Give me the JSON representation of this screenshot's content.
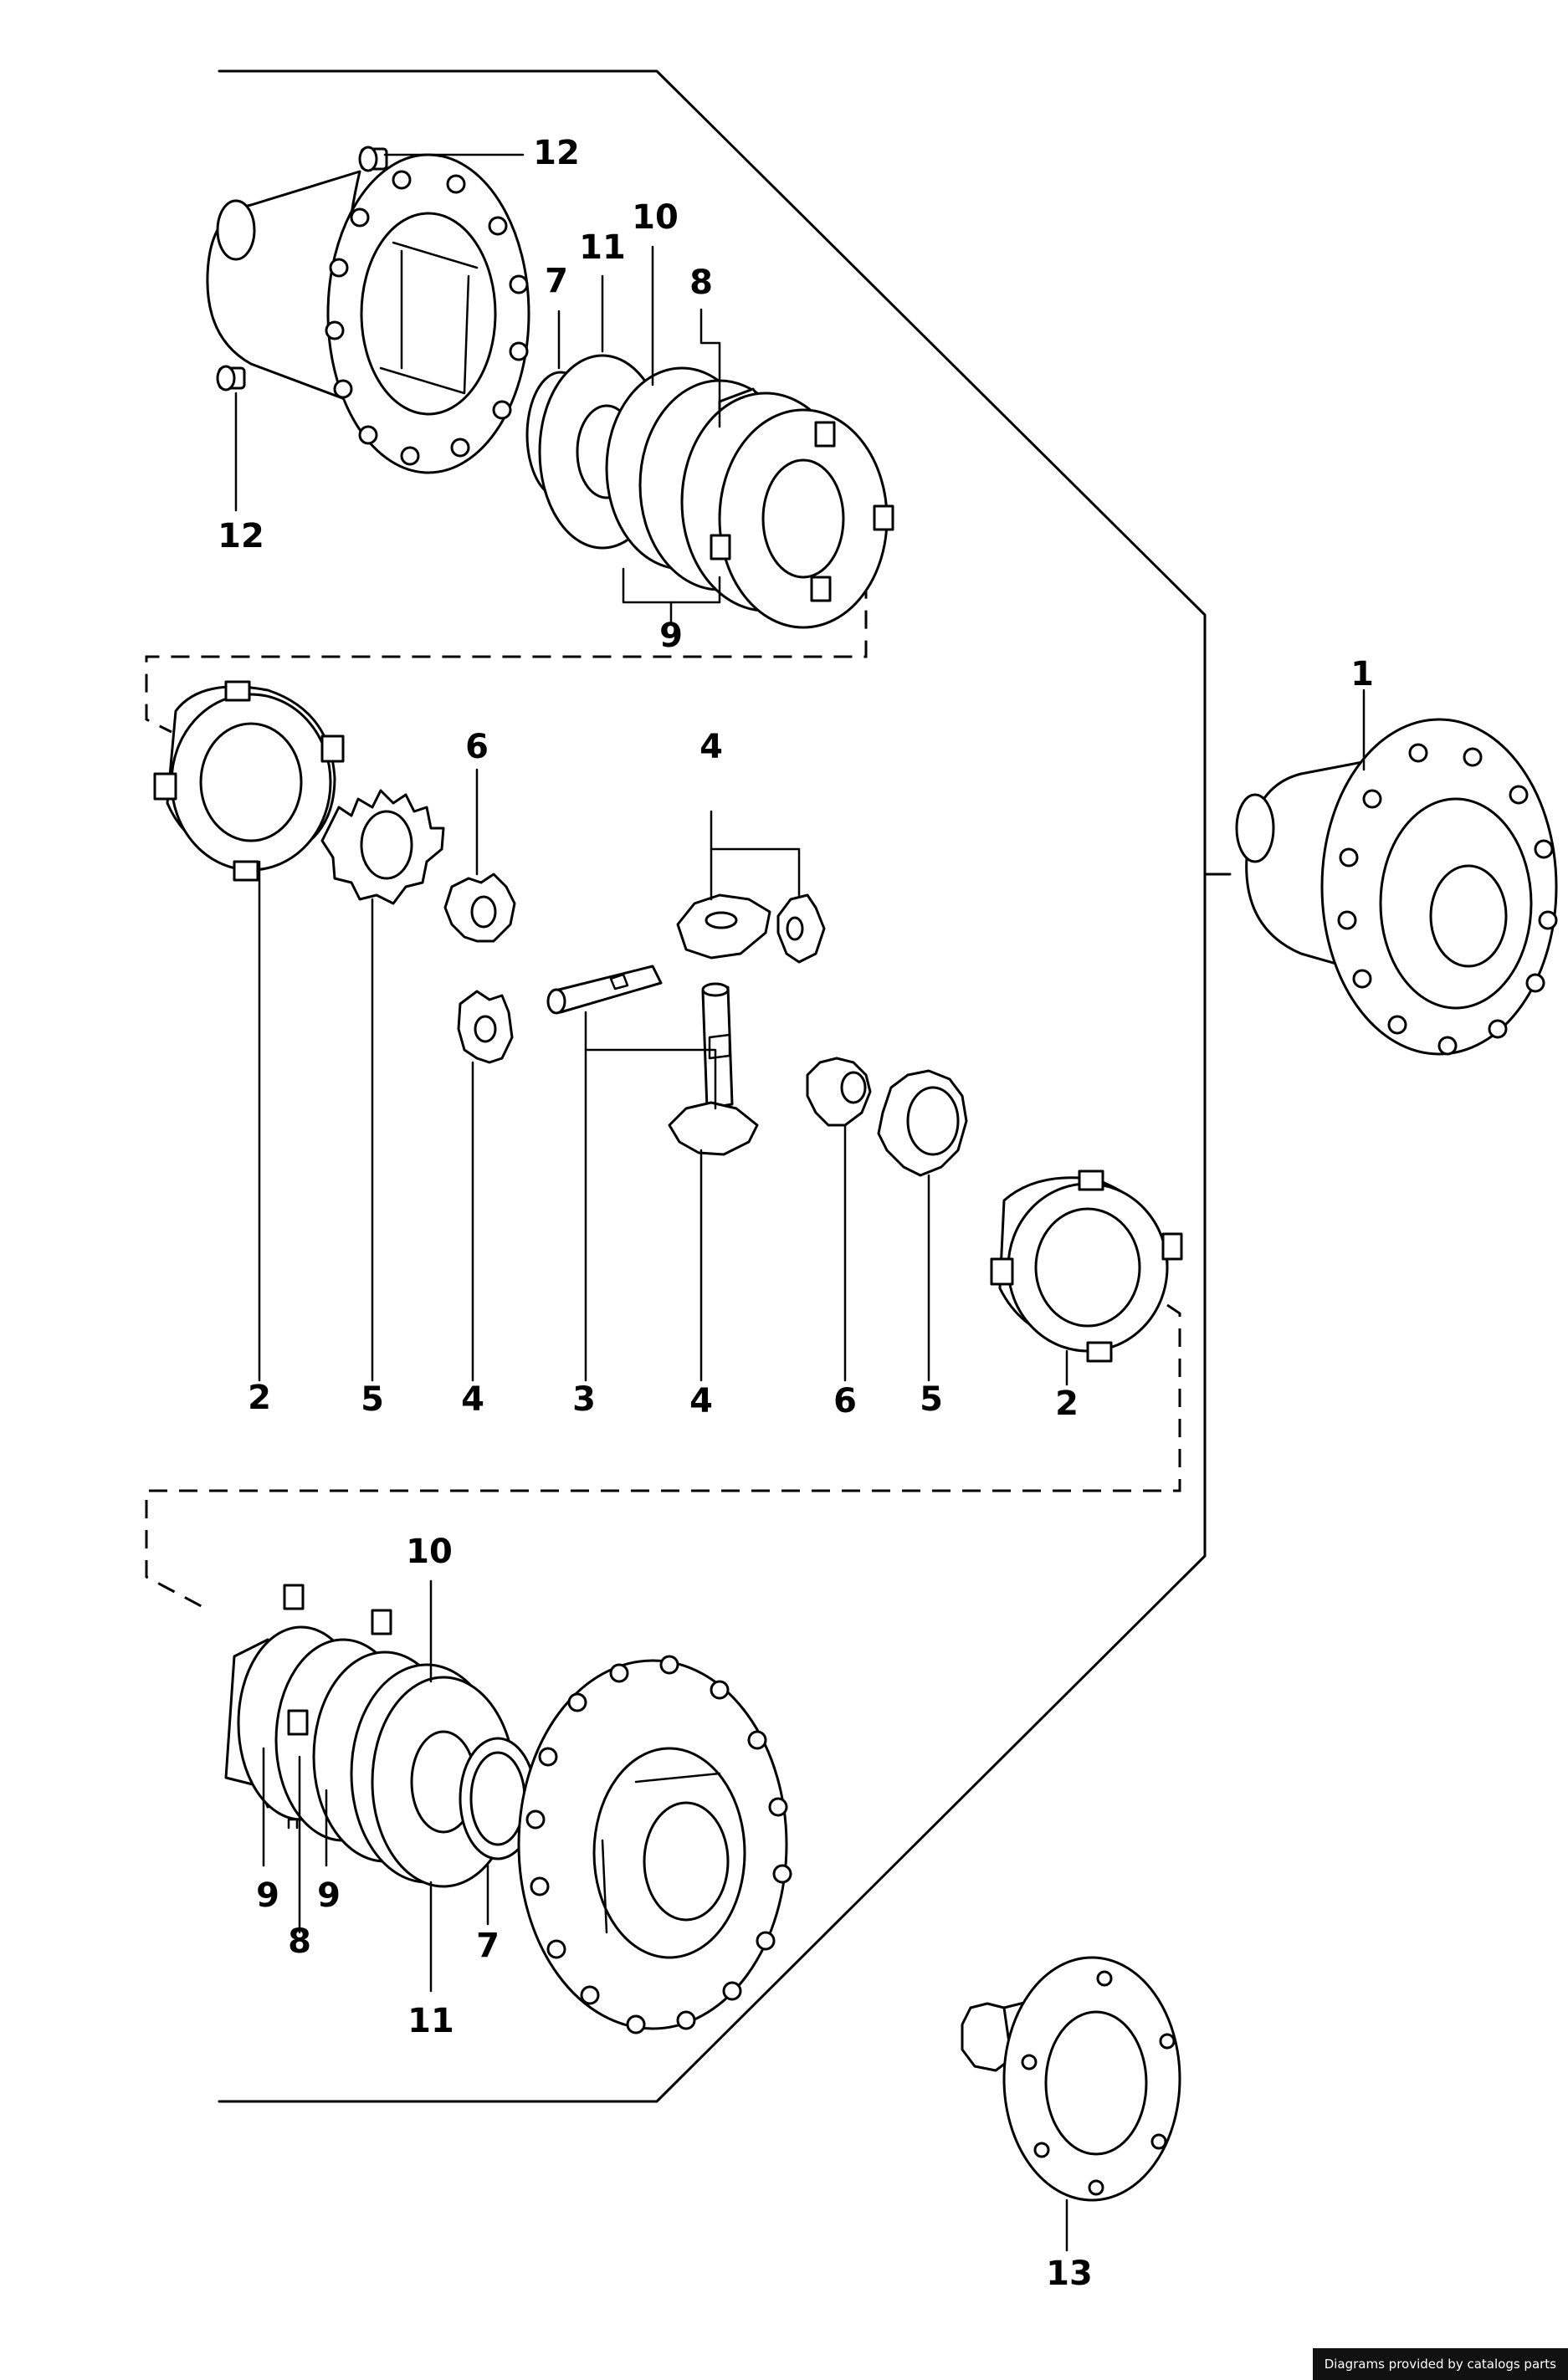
{
  "callouts": [
    {
      "id": "c1",
      "text": "1"
    },
    {
      "id": "c12a",
      "text": "12"
    },
    {
      "id": "c12b",
      "text": "12"
    },
    {
      "id": "c7a",
      "text": "7"
    },
    {
      "id": "c11a",
      "text": "11"
    },
    {
      "id": "c10a",
      "text": "10"
    },
    {
      "id": "c8a",
      "text": "8"
    },
    {
      "id": "c9a",
      "text": "9"
    },
    {
      "id": "c6a",
      "text": "6"
    },
    {
      "id": "c4a",
      "text": "4"
    },
    {
      "id": "c2a",
      "text": "2"
    },
    {
      "id": "c5a",
      "text": "5"
    },
    {
      "id": "c4b",
      "text": "4"
    },
    {
      "id": "c3",
      "text": "3"
    },
    {
      "id": "c4c",
      "text": "4"
    },
    {
      "id": "c6b",
      "text": "6"
    },
    {
      "id": "c5b",
      "text": "5"
    },
    {
      "id": "c2b",
      "text": "2"
    },
    {
      "id": "c10b",
      "text": "10"
    },
    {
      "id": "c9b",
      "text": "9"
    },
    {
      "id": "c8b",
      "text": "8"
    },
    {
      "id": "c9c",
      "text": "9"
    },
    {
      "id": "c7b",
      "text": "7"
    },
    {
      "id": "c11b",
      "text": "11"
    },
    {
      "id": "c13",
      "text": "13"
    }
  ],
  "credit": "Diagrams provided by catalogs parts"
}
